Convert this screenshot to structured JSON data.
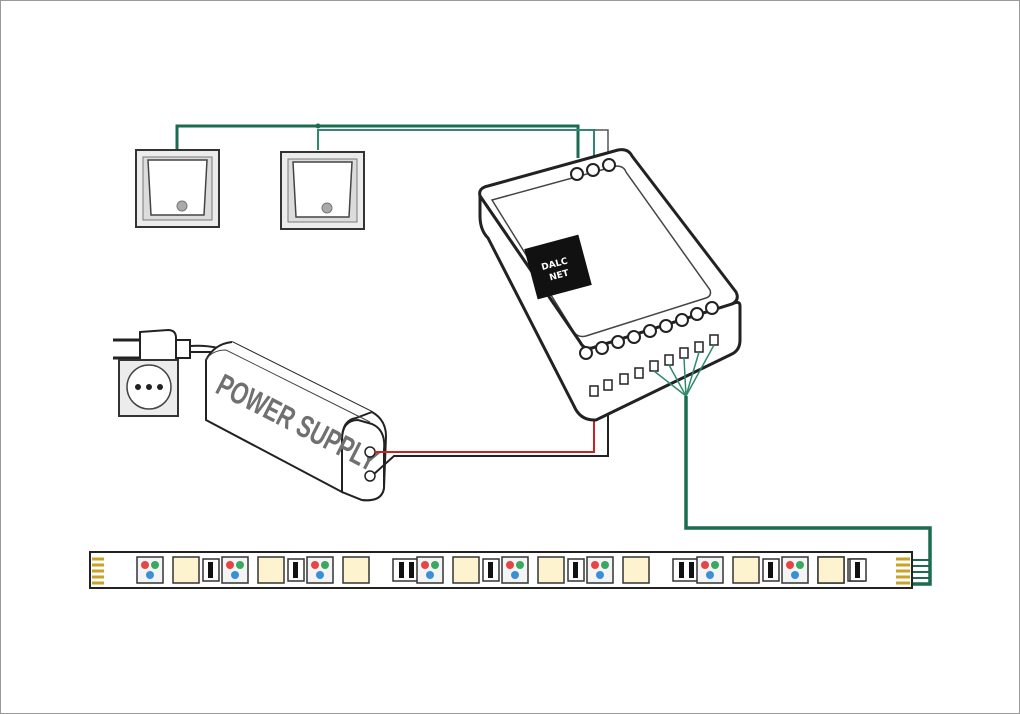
{
  "power_supply": {
    "label": "POWER SUPPLY"
  },
  "controller": {
    "label_line1": "DALC",
    "label_line2": "NET"
  },
  "colors": {
    "data_wire": "#1b6b4e",
    "data_wire_alt": "#2e8b69",
    "positive_wire": "#cc2222",
    "negative_wire": "#222222",
    "switch_face": "#e8e8e8",
    "warm_led": "#fdf3cf",
    "rgb_red": "#e64545",
    "rgb_green": "#3aa860",
    "rgb_blue": "#3a8fd9",
    "pin_gold": "#c9a227"
  },
  "icons": [
    "wall-switch-icon",
    "plug-icon",
    "wall-socket-icon",
    "controller-icon",
    "led-strip-icon"
  ]
}
